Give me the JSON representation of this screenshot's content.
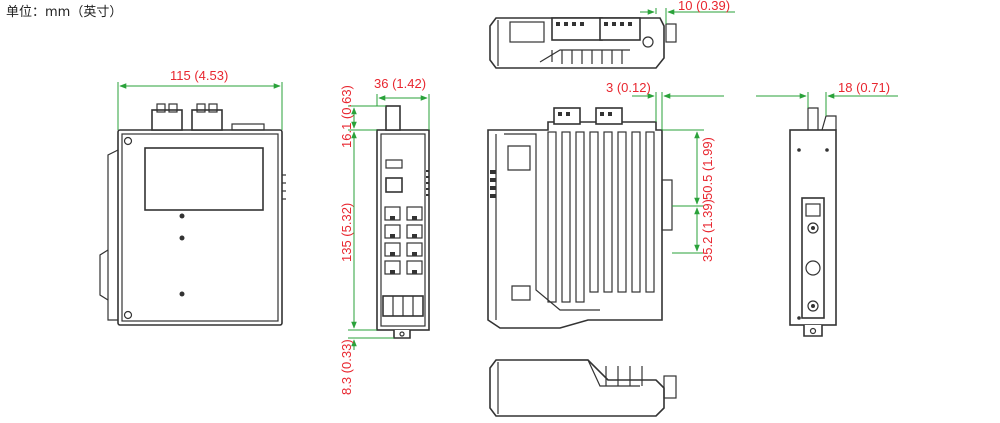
{
  "unit_label": "单位：mm（英寸）",
  "dimensions": {
    "front_width": "115 (4.53)",
    "side_depth": "36 (1.42)",
    "side_top_offset": "16.1 (0.63)",
    "side_height": "135 (5.32)",
    "side_bottom_offset": "8.3 (0.33)",
    "top_view_protrusion": "10 (0.39)",
    "rear_top_offset": "3 (0.12)",
    "rear_upper_span": "50.5 (1.99)",
    "rear_lower_span": "35.2 (1.39)",
    "din_depth": "18 (0.71)"
  },
  "colors": {
    "dimension_text": "#e8262f",
    "dimension_line": "#2aa23a",
    "outline": "#333333"
  }
}
